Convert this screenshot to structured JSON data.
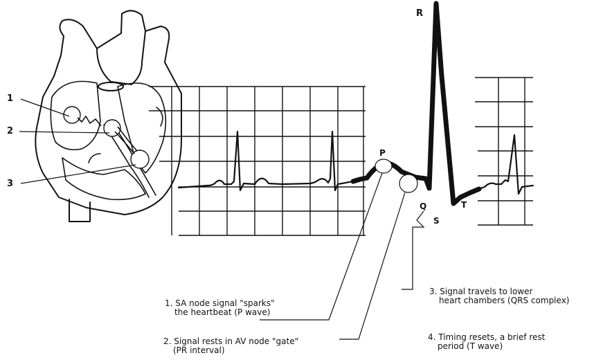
{
  "diagram": {
    "callout_numbers": [
      "1",
      "2",
      "3"
    ],
    "wave_labels": {
      "P": "P",
      "Q": "Q",
      "R": "R",
      "S": "S",
      "T": "T"
    },
    "captions": [
      {
        "line1": "1.  SA node signal \"sparks\"",
        "line2": "the heartbeat (P wave)"
      },
      {
        "line1": "2.  Signal rests in AV node \"gate\"",
        "line2": "(PR interval)"
      },
      {
        "line1": "3.  Signal travels to lower",
        "line2": "heart chambers (QRS complex)"
      },
      {
        "line1": "4.  Timing resets, a brief rest",
        "line2": "period (T wave)"
      }
    ]
  }
}
